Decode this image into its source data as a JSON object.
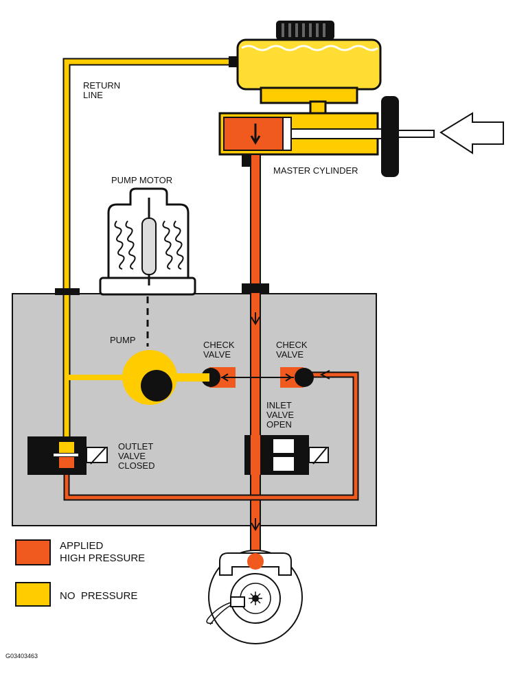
{
  "labels": {
    "return_line": "RETURN\nLINE",
    "master_cylinder": "MASTER CYLINDER",
    "pump_motor": "PUMP MOTOR",
    "pump": "PUMP",
    "check_valve_left": "CHECK\nVALVE",
    "check_valve_right": "CHECK\nVALVE",
    "inlet_valve": "INLET\nVALVE\nOPEN",
    "outlet_valve": "OUTLET\nVALVE\nCLOSED"
  },
  "legend": {
    "applied": "APPLIED\nHIGH PRESSURE",
    "none": "NO  PRESSURE"
  },
  "figure_code": "G03403463",
  "colors": {
    "high_pressure": "#f05a1e",
    "no_pressure": "#ffcc00",
    "housing": "#c8c8c8",
    "outline": "#111111"
  }
}
